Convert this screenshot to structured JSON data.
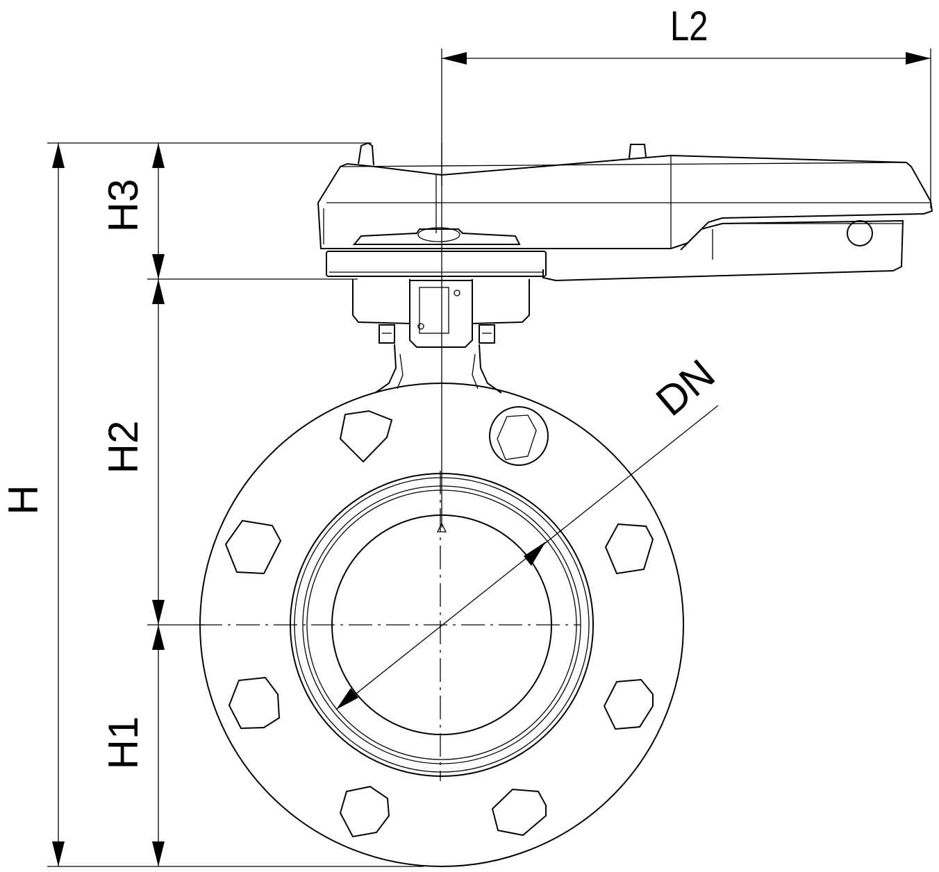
{
  "dimensions": {
    "L2": "L2",
    "H": "H",
    "H1": "H1",
    "H2": "H2",
    "H3": "H3",
    "DN": "DN"
  }
}
